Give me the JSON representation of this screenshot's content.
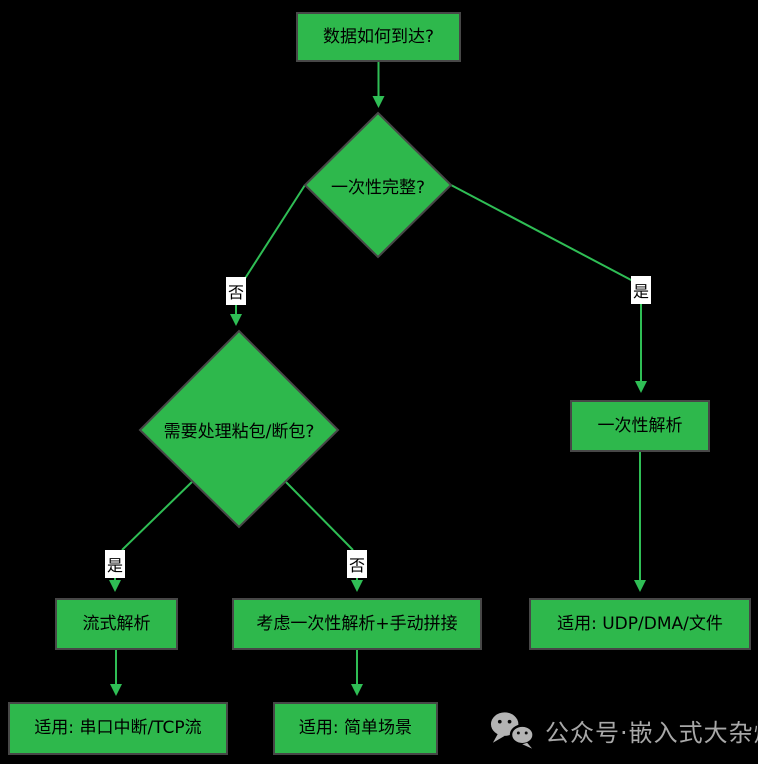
{
  "diagram": {
    "type": "flowchart",
    "nodes": {
      "start": {
        "label": "数据如何到达?"
      },
      "decision1": {
        "label": "一次性完整?"
      },
      "decision2": {
        "label": "需要处理粘包/断包?"
      },
      "once_parse": {
        "label": "一次性解析"
      },
      "stream_parse": {
        "label": "流式解析"
      },
      "consider": {
        "label": "考虑一次性解析+手动拼接"
      },
      "apply_udp": {
        "label": "适用: UDP/DMA/文件"
      },
      "apply_serial": {
        "label": "适用: 串口中断/TCP流"
      },
      "apply_simple": {
        "label": "适用: 简单场景"
      }
    },
    "edge_labels": {
      "decision1_no": "否",
      "decision1_yes": "是",
      "decision2_yes": "是",
      "decision2_no": "否"
    },
    "colors": {
      "background": "#000000",
      "node_fill": "#2eb84c",
      "node_border": "#474747",
      "edge": "#2fbe55",
      "node_text": "#000000",
      "edge_label_bg": "#ffffff",
      "watermark_text": "#a8a8a8"
    }
  },
  "watermark": {
    "icon": "wechat-icon",
    "text": "公众号·嵌入式大杂烩"
  }
}
